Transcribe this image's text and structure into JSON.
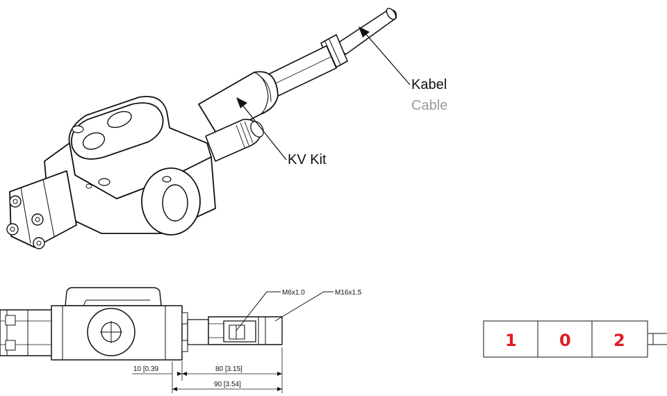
{
  "callouts": {
    "cable_de": "Kabel",
    "cable_en": "Cable",
    "kit": "KV Kit"
  },
  "threads": {
    "small": "M6x1.0",
    "large": "M16x1.5"
  },
  "dimensions": {
    "d1": "10 [0.39",
    "d2": "80 [3.15]",
    "d3": "90 [3.54]"
  },
  "positions": [
    "1",
    "0",
    "2"
  ],
  "colors": {
    "position_text": "#e01b24",
    "secondary_label": "#9a9a9a",
    "line": "#111111"
  }
}
